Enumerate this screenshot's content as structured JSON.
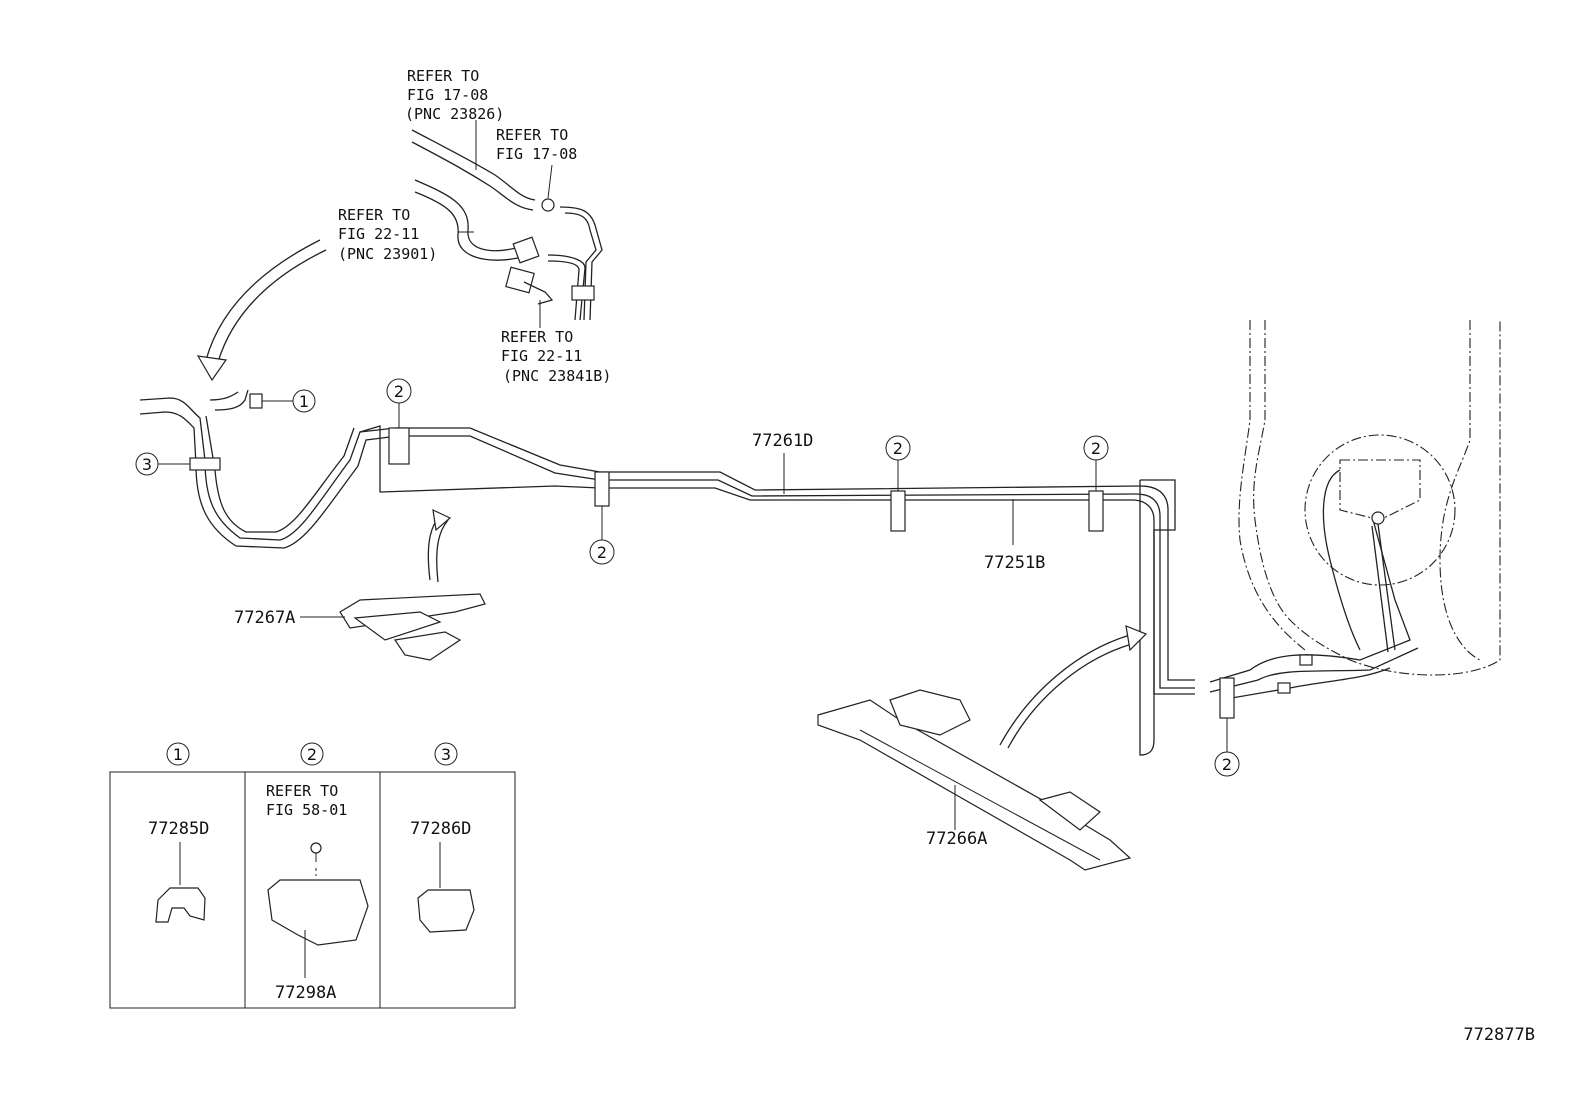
{
  "refer_notes": {
    "fig_17_08_pnc": [
      "REFER TO",
      "FIG 17-08",
      "(PNC 23826)"
    ],
    "fig_17_08": [
      "REFER TO",
      "FIG 17-08"
    ],
    "fig_22_11_pnc_23901": [
      "REFER TO",
      "FIG 22-11",
      "(PNC 23901)"
    ],
    "fig_22_11_pnc_23841b": [
      "REFER TO",
      "FIG 22-11",
      "(PNC 23841B)"
    ]
  },
  "part_numbers": {
    "p77261D": "77261D",
    "p77251B": "77251B",
    "p77267A": "77267A",
    "p77266A": "77266A"
  },
  "callout_circles": {
    "one": "1",
    "two": "2",
    "three": "3"
  },
  "legend": {
    "cols": [
      {
        "num": "1",
        "part": "77285D"
      },
      {
        "num": "2",
        "refer": [
          "REFER TO",
          "FIG 58-01"
        ],
        "part": "77298A"
      },
      {
        "num": "3",
        "part": "77286D"
      }
    ]
  },
  "diagram_id": "772877B"
}
